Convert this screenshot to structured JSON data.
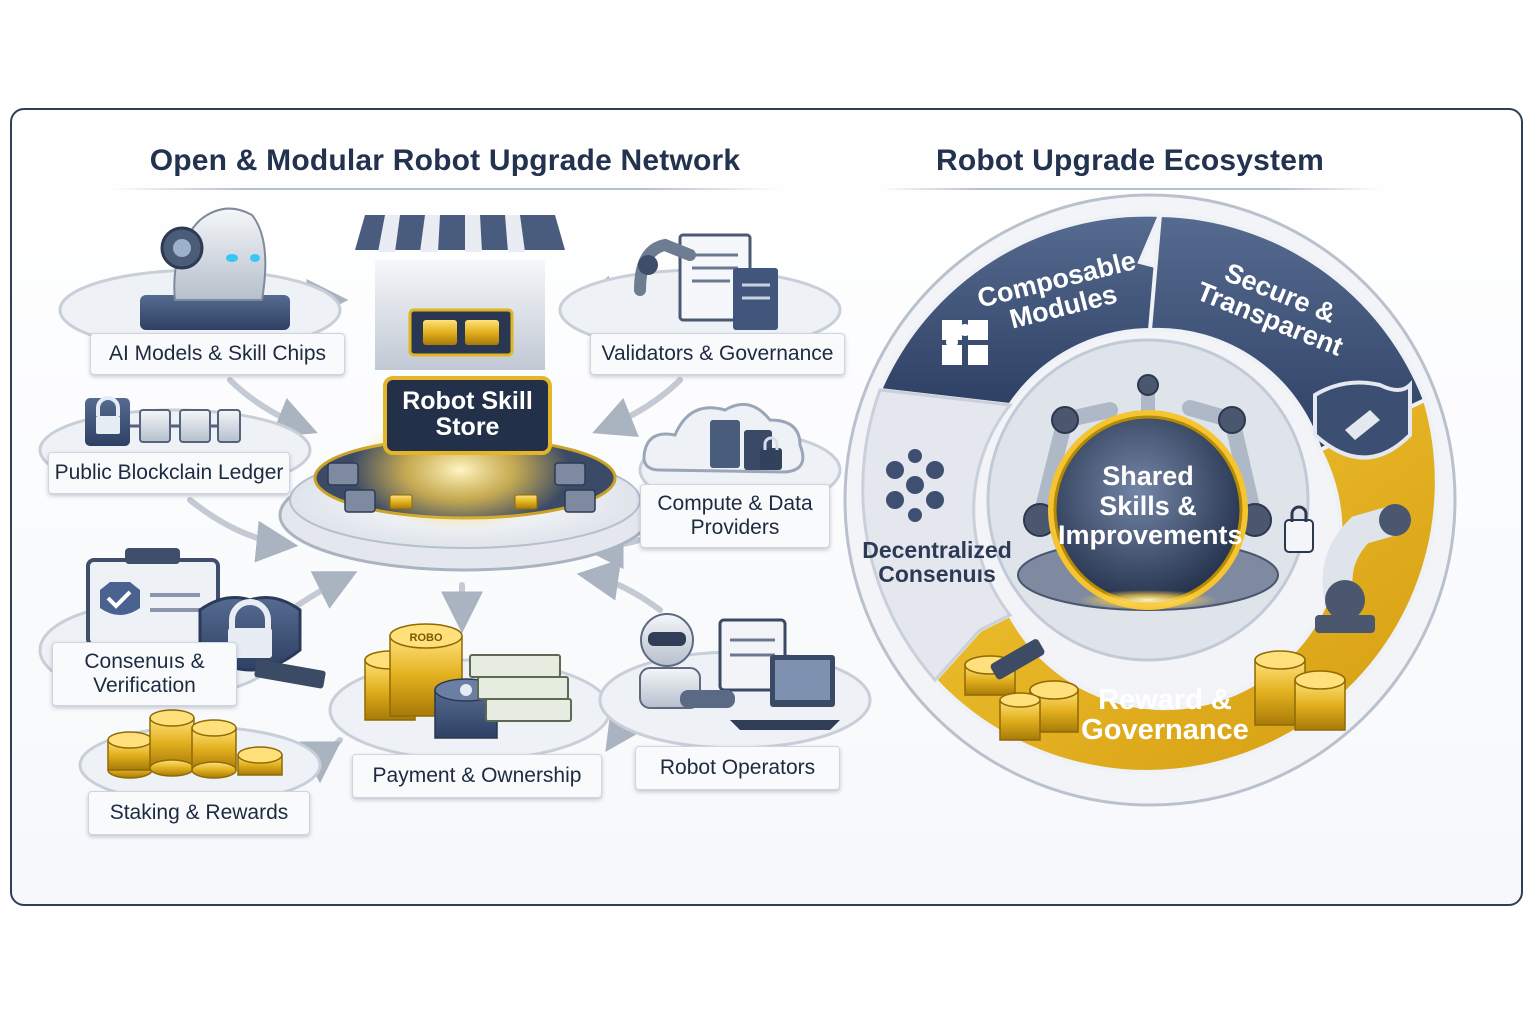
{
  "left_panel": {
    "title": "Open & Modular Robot Upgrade Network",
    "store_sign": "Robot Skill\nStore",
    "nodes": {
      "ai_models": "AI Models & Skill Chips",
      "validators": "Validators & Governance",
      "ledger": "Public Blockclain Ledger",
      "compute": "Compute & Data\nProviders",
      "consensus": "Consenuıs &\nVerification",
      "payment": "Payment & Ownership",
      "operators": "Robot Operators",
      "staking": "Staking & Rewards"
    },
    "coin_text": "ROBO"
  },
  "right_panel": {
    "title": "Robot Upgrade Ecosystem",
    "segments": {
      "composable": "Composable\nModules",
      "secure": "Secure &\nTransparent",
      "decentralized": "Decentralized\nConsenuıs",
      "reward": "Reward &\nGovernance"
    },
    "hub": "Shared\nSkills &\nImprovements"
  },
  "colors": {
    "navy": "#3a4f74",
    "navy_dark": "#22324f",
    "gold": "#e5b41f",
    "gold_dark": "#b8860b",
    "silver": "#c9d0da",
    "frame": "#2f3f58"
  }
}
